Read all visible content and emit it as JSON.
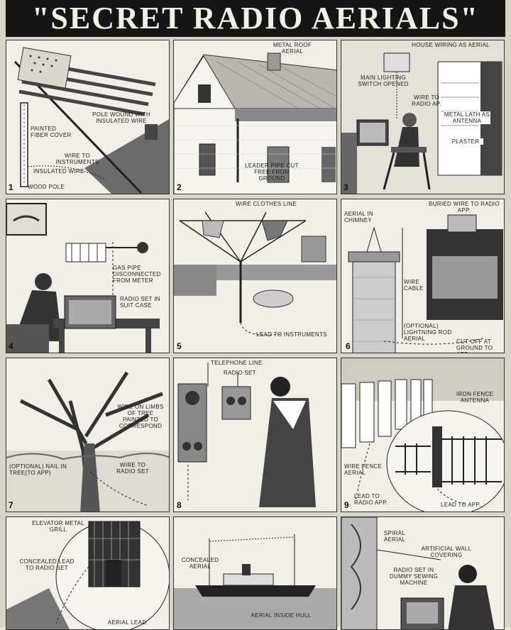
{
  "title": "\"SECRET RADIO AERIALS\"",
  "panels": [
    {
      "number": "1",
      "labels": {
        "pole_wound": "POLE WOUND WITH INSULATED WIRE",
        "painted": "PAINTED FIBER COVER",
        "wire_to": "WIRE TO INSTRUMENTS",
        "insulated": "INSULATED WIRE",
        "wood_pole": "WOOD POLE"
      }
    },
    {
      "number": "2",
      "labels": {
        "roof": "METAL ROOF AERIAL",
        "leader": "LEADER PIPE CUT FREE FROM GROUND"
      }
    },
    {
      "number": "3",
      "labels": {
        "house": "HOUSE WIRING AS AERIAL",
        "main": "MAIN LIGHTING SWITCH OPENED",
        "wire": "WIRE TO RADIO AP.",
        "lath": "METAL LATH AS ANTENNA",
        "plaster": "PLASTER"
      }
    },
    {
      "number": "4",
      "labels": {
        "gas": "GAS PIPE DISCONNECTED FROM METER",
        "radio": "RADIO SET IN SUIT CASE"
      }
    },
    {
      "number": "5",
      "labels": {
        "line": "WIRE CLOTHES LINE",
        "lead": "LEAD TO INSTRUMENTS"
      }
    },
    {
      "number": "6",
      "labels": {
        "buried": "BURIED WIRE TO RADIO APP.",
        "chimney": "AERIAL IN CHIMNEY",
        "cable": "WIRE CABLE",
        "optional": "(OPTIONAL) LIGHTNING ROD AERIAL",
        "cutoff": "CUT OFF AT GROUND TO APP."
      }
    },
    {
      "number": "7",
      "labels": {
        "limbs": "WIRE ON LIMBS OF TREE PAINTED TO CORRESPOND",
        "nail": "(OPTIONAL) NAIL IN TREE(TO APP)",
        "wire": "WIRE TO RADIO SET"
      }
    },
    {
      "number": "8",
      "labels": {
        "tel": "TELEPHONE LINE",
        "radio": "RADIO SET"
      }
    },
    {
      "number": "9",
      "labels": {
        "iron": "IRON FENCE ANTENNA",
        "fence": "WIRE FENCE AERIAL",
        "lead": "LEAD TO RADIO APP.",
        "lead2": "LEAD TO APP."
      }
    },
    {
      "number": "",
      "labels": {
        "elevator": "ELEVATOR METAL GRILL",
        "concealed": "CONCEALED LEAD TO RADIO SET",
        "bottom": "AERIAL LEAD"
      }
    },
    {
      "number": "",
      "labels": {
        "concealed": "CONCEALED AERIAL",
        "hull": "AERIAL INSIDE HULL"
      }
    },
    {
      "number": "",
      "labels": {
        "spiral": "SPIRAL AERIAL",
        "wall": "ARTIFICIAL WALL COVERING",
        "radio": "RADIO SET IN DUMMY SEWING MACHINE"
      }
    }
  ]
}
